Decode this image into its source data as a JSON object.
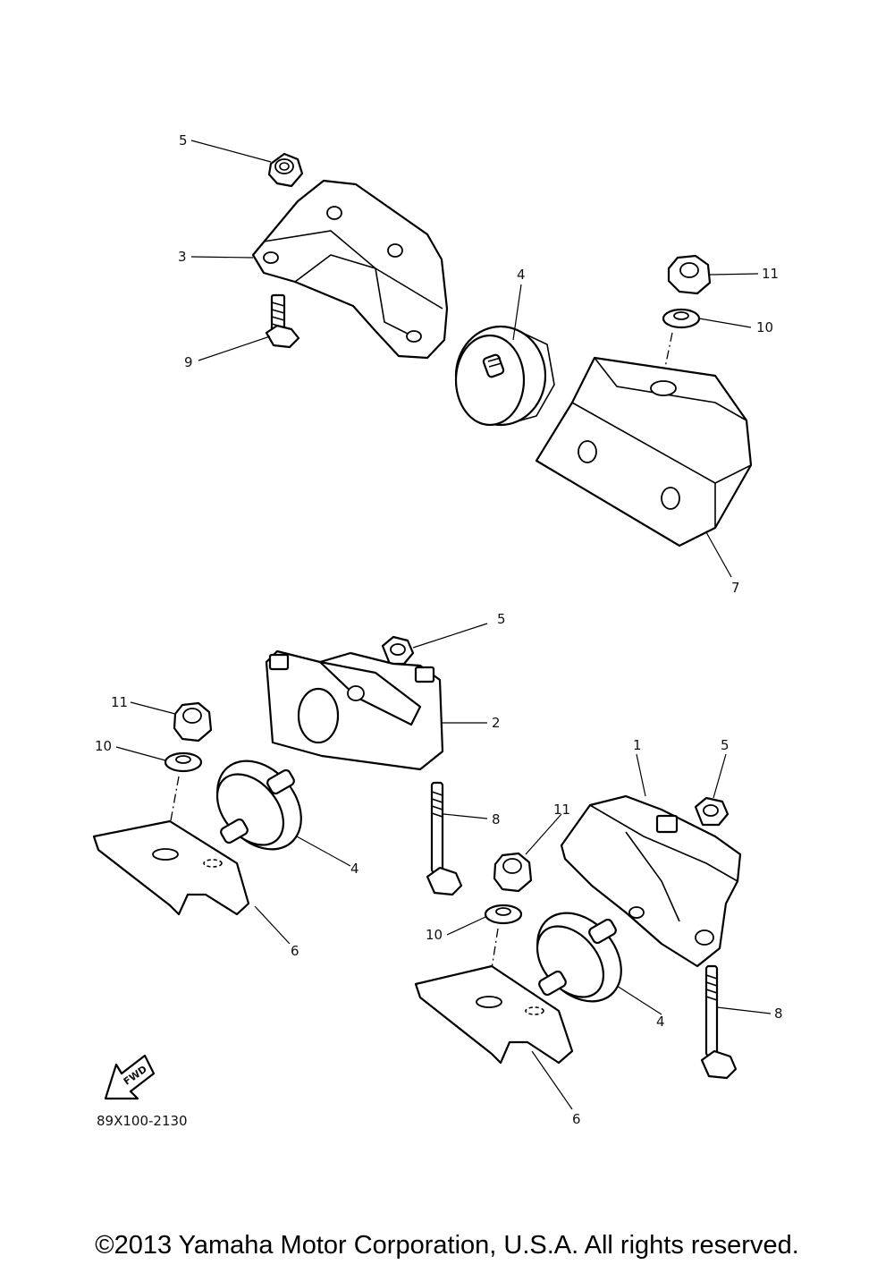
{
  "callouts": {
    "c5_top": "5",
    "c3": "3",
    "c9": "9",
    "c4_top": "4",
    "c11_top": "11",
    "c10_top": "10",
    "c7": "7",
    "c5_mid": "5",
    "c2": "2",
    "c11_left": "11",
    "c10_left": "10",
    "c4_left": "4",
    "c6_left": "6",
    "c8_mid": "8",
    "c1": "1",
    "c5_right": "5",
    "c11_right": "11",
    "c10_right": "10",
    "c4_right": "4",
    "c8_right": "8",
    "c6_right": "6"
  },
  "fwd_label": "FWD",
  "drawing_code": "89X100-2130",
  "copyright": "©2013 Yamaha Motor Corporation, U.S.A. All rights reserved."
}
